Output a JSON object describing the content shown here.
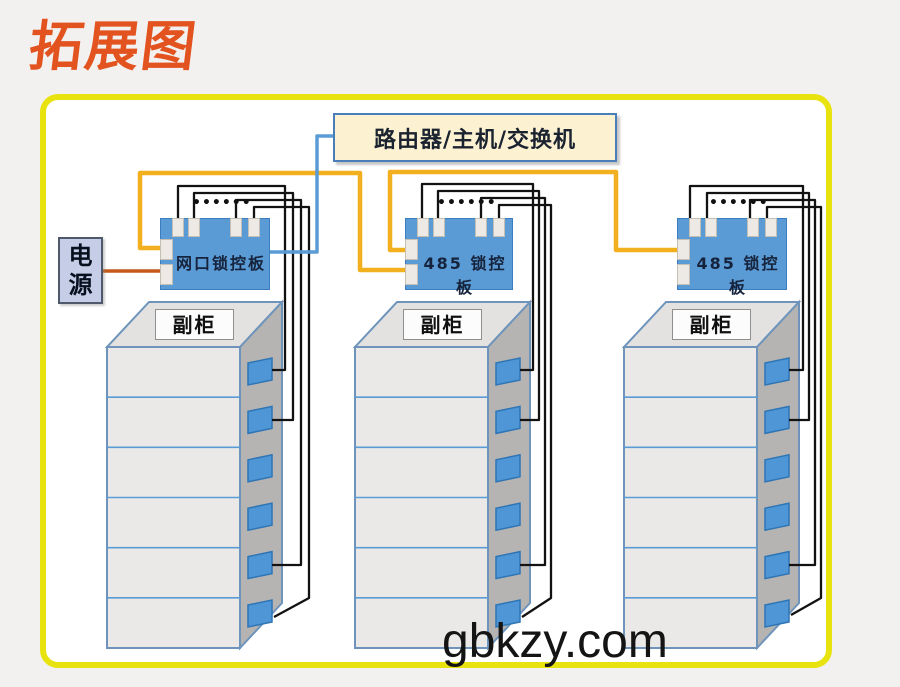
{
  "title": "拓展图",
  "watermark": "gbkzy.com",
  "diagram": {
    "router_label": "路由器/主机/交换机",
    "power_label": "电源",
    "boards": [
      {
        "label": "网口锁控板",
        "dots": "••••••"
      },
      {
        "label": "485 锁控板",
        "dots": "••••••"
      },
      {
        "label": "485 锁控板",
        "dots": "••••••"
      }
    ],
    "cabinets": [
      {
        "label": "副柜"
      },
      {
        "label": "副柜"
      },
      {
        "label": "副柜"
      }
    ],
    "colors": {
      "title": "#e2531f",
      "container_border": "#e8e30f",
      "board_fill": "#5b9bd5",
      "bus_cable": "#f2b01e",
      "ethernet_cable": "#5b9bd5",
      "power_cable": "#c4591a",
      "lock_fill": "#4e96d6",
      "cabinet_side": "#b6b4b2"
    }
  }
}
